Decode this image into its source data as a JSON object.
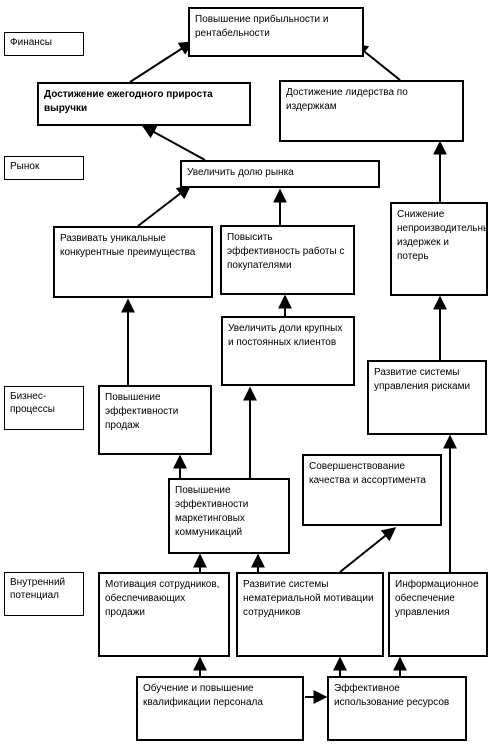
{
  "levels": {
    "finance": "Финансы",
    "market": "Рынок",
    "business": "Бизнес-процессы",
    "potential": "Внутренний потенциал"
  },
  "nodes": {
    "profit": "Повышение прибыльности и рентабельности",
    "revenue": "Достижение ежегодного прироста выручки",
    "cost_leader": "Достижение лидерства по издержкам",
    "market_share": "Увеличить долю рынка",
    "advantages": "Развивать уникальные конкурентные преимущества",
    "customer_work": "Повысить эффективность работы с покупателями",
    "reduce_losses": "Снижение непроизводительных издержек и потерь",
    "key_clients": "Увеличить доли крупных и постоянных клиентов",
    "sales_eff": "Повышение эффективности продаж",
    "risk_mgmt": "Развитие системы управления рисками",
    "quality": "Совершенствование качества и ассортимента",
    "marketing": "Повышение эффективности маркетинговых коммуникаций",
    "motivation": "Мотивация сотрудников, обеспечивающих продажи",
    "nonmaterial": "Развитие системы нематериальной мотивации сотрудников",
    "info": "Информационное обеспечение управления",
    "training": "Обучение и повышение квалификации персонала",
    "resources": "Эффективное использование ресурсов"
  }
}
